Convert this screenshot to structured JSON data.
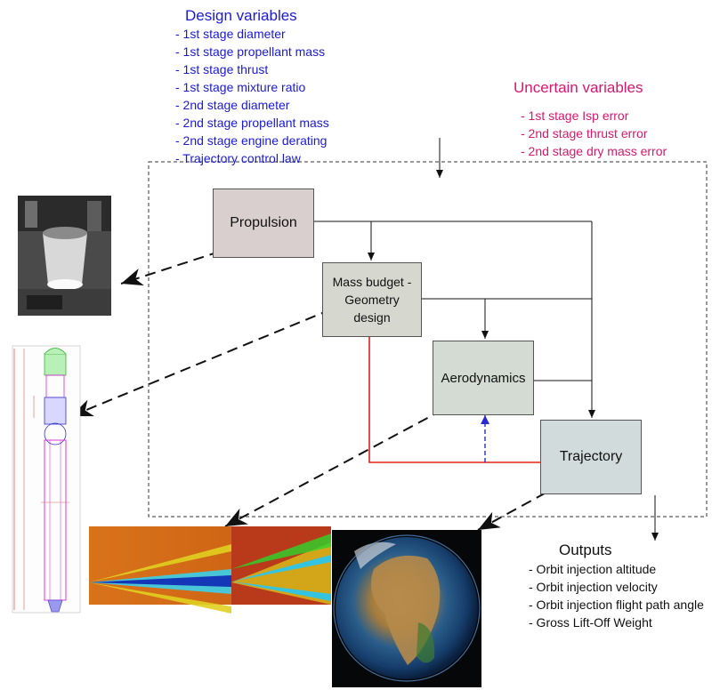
{
  "design_variables": {
    "title": "Design variables",
    "items": [
      "- 1st stage diameter",
      "- 1st stage propellant mass",
      "- 1st stage thrust",
      "- 1st stage mixture ratio",
      "- 2nd stage diameter",
      "- 2nd stage propellant mass",
      "- 2nd stage engine derating",
      "- Trajectory control law"
    ]
  },
  "uncertain_variables": {
    "title": "Uncertain variables",
    "items": [
      "- 1st stage Isp error",
      "- 2nd stage thrust error",
      "- 2nd stage dry mass error"
    ]
  },
  "outputs": {
    "title": "Outputs",
    "items": [
      "- Orbit injection altitude",
      "- Orbit injection velocity",
      "- Orbit injection flight path angle",
      "- Gross Lift-Off Weight"
    ]
  },
  "disciplines": {
    "propulsion": "Propulsion",
    "mass_budget_line1": "Mass budget -",
    "mass_budget_line2": "Geometry",
    "mass_budget_line3": "design",
    "aerodynamics": "Aerodynamics",
    "trajectory": "Trajectory"
  },
  "colors": {
    "design_blue": "#1a1ad6",
    "uncertain_pink": "#d6186e",
    "propulsion_box": "#d9cfcf",
    "mass_budget_box": "#d6d8cf",
    "aerodynamics_box": "#d4dbd3",
    "trajectory_box": "#d2dbdb",
    "feedback_red": "#e0201c",
    "feedback_blue": "#2a2ad0"
  }
}
